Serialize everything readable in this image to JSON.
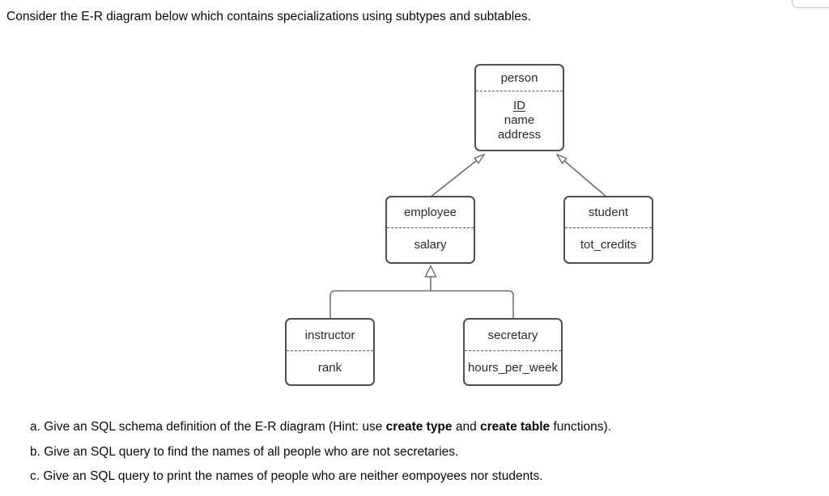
{
  "colors": {
    "box_border": "#4f4f4f",
    "connector": "#6b6b6b",
    "diagram_text": "#2b2b2b",
    "body_text": "#0a0a0a",
    "background": "#ffffff",
    "fragment_border": "#c8c8c8"
  },
  "intro": "Consider the E-R diagram below which contains specializations using subtypes and subtables.",
  "diagram": {
    "entities": {
      "person": {
        "title": "person",
        "attrs": [
          "ID",
          "name",
          "address"
        ]
      },
      "employee": {
        "title": "employee",
        "attrs": [
          "salary"
        ]
      },
      "student": {
        "title": "student",
        "attrs": [
          "tot_credits"
        ]
      },
      "instructor": {
        "title": "instructor",
        "attrs": [
          "rank"
        ]
      },
      "secretary": {
        "title": "secretary",
        "attrs": [
          "hours_per_week"
        ]
      }
    },
    "relations": [
      "employee ISA person",
      "student ISA person",
      "instructor ISA employee",
      "secretary ISA employee"
    ]
  },
  "questions": [
    {
      "label": "a.",
      "seg0": " Give an SQL schema definition of the E-R diagram (Hint: use ",
      "bold0": "create type",
      "seg1": " and ",
      "bold1": "create table",
      "seg2": " functions)."
    },
    {
      "label": "b.",
      "seg0": " Give an SQL query to find the names of all people who are not secretaries."
    },
    {
      "label": "c.",
      "seg0": " Give an SQL query to print the names of people who are neither eompoyees nor students."
    }
  ]
}
